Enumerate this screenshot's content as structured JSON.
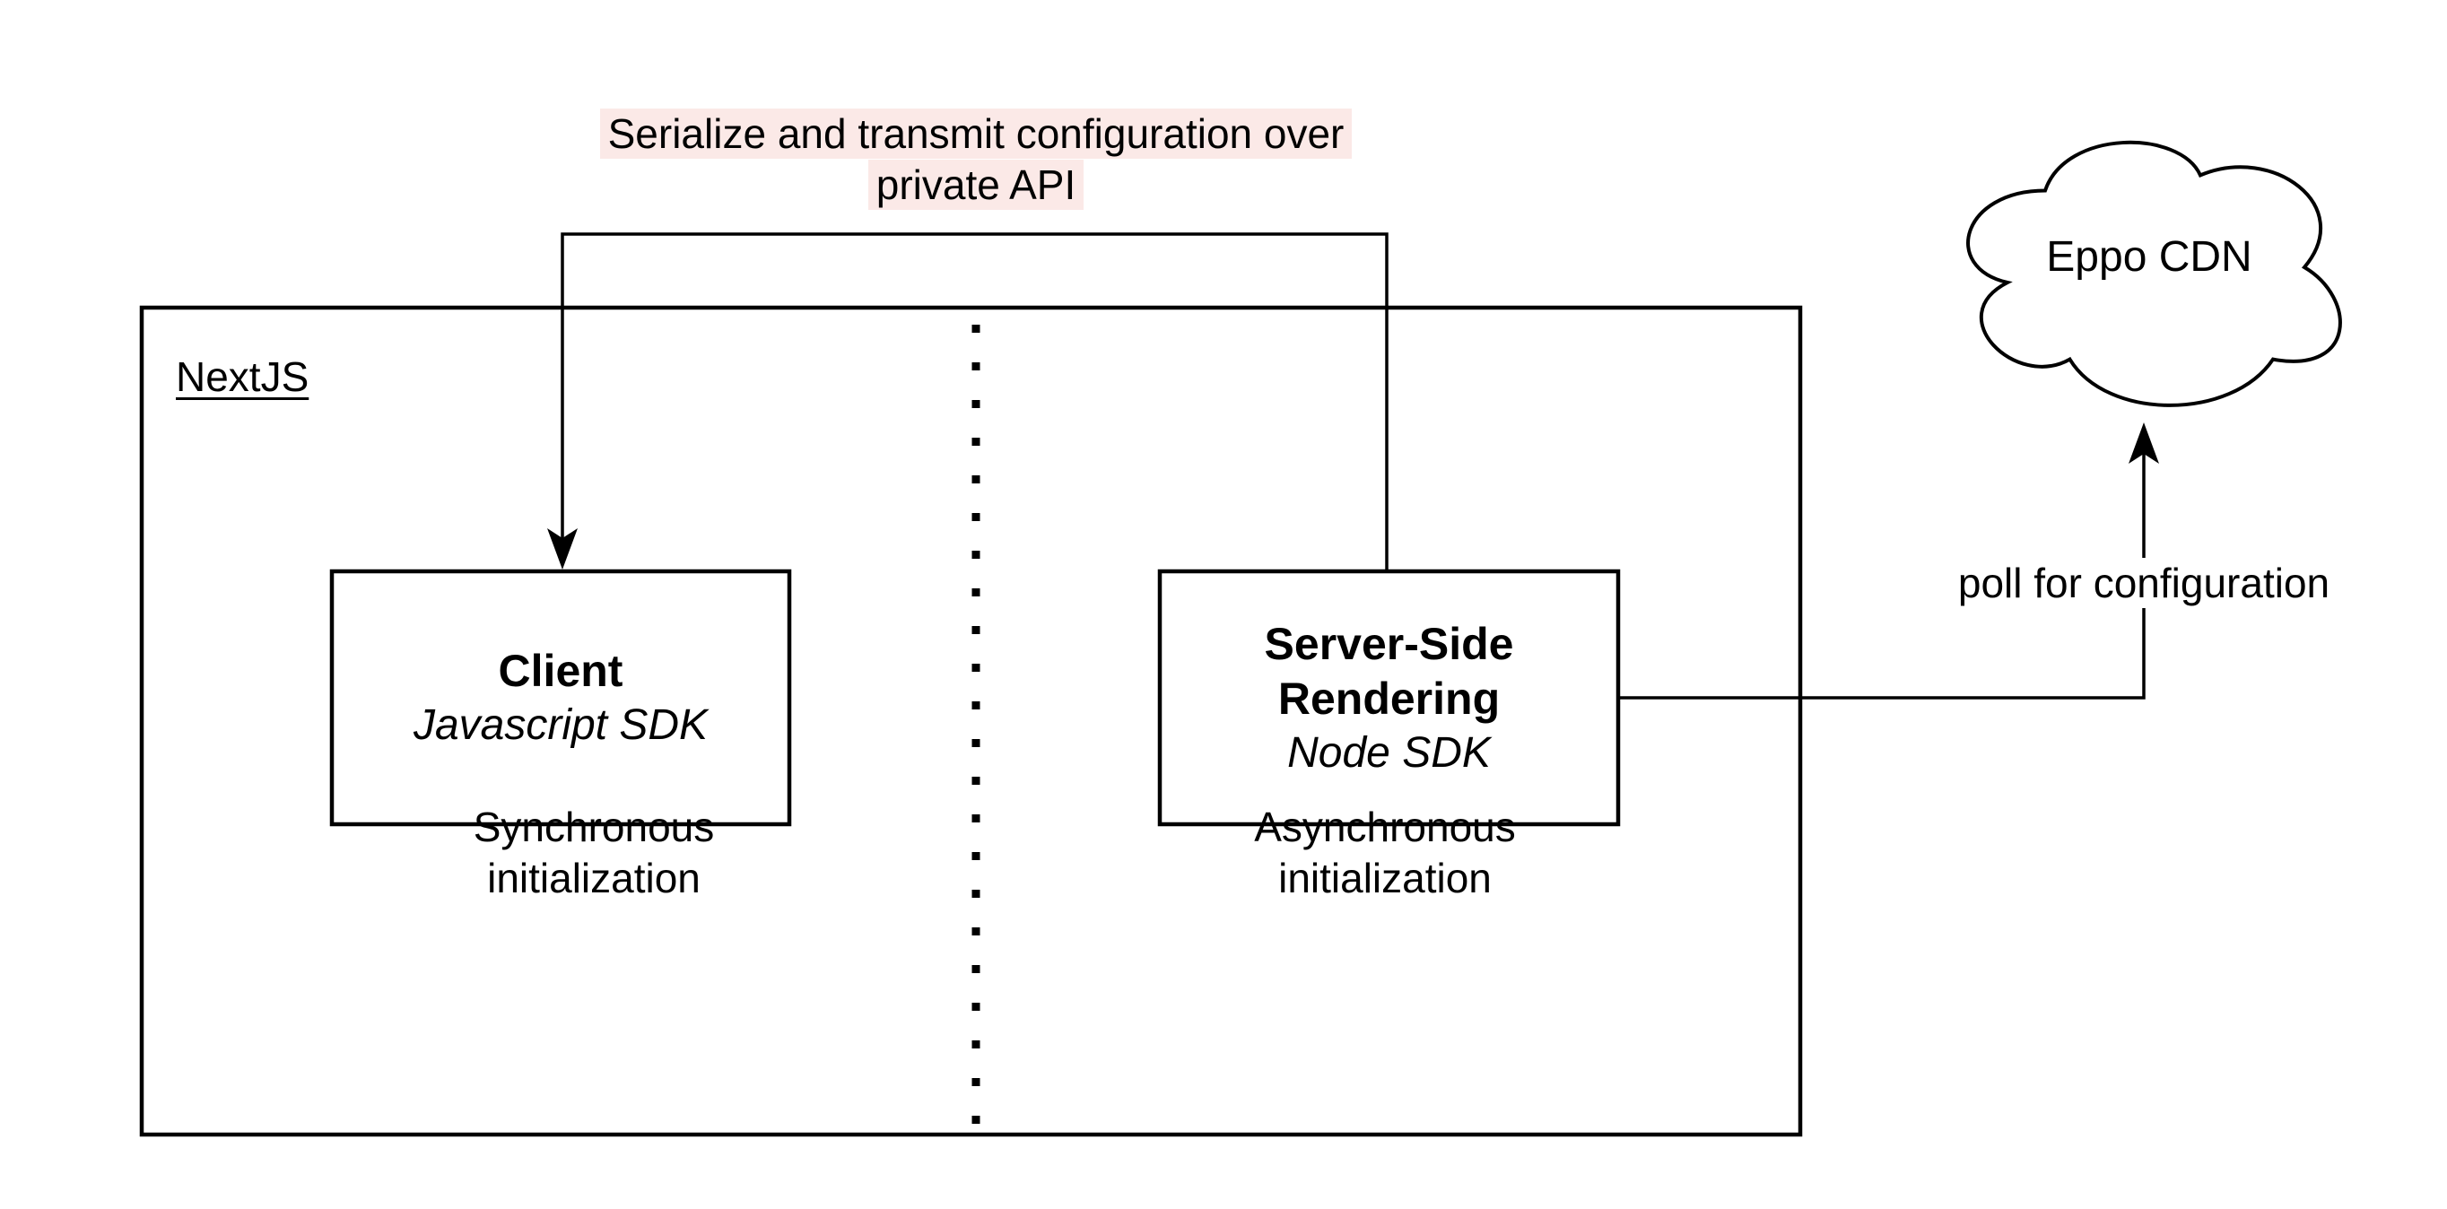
{
  "colors": {
    "background": "#ffffff",
    "stroke": "#000000",
    "text": "#000000",
    "label_highlight": "#fbe9e7"
  },
  "container": {
    "label": "NextJS"
  },
  "boxes": {
    "client": {
      "title": "Client",
      "sdk": "Javascript SDK",
      "caption": [
        "Synchronous",
        "initialization"
      ]
    },
    "server": {
      "title": [
        "Server-Side",
        "Rendering"
      ],
      "sdk": "Node SDK",
      "caption": [
        "Asynchronous",
        "initialization"
      ]
    }
  },
  "cloud": {
    "label": "Eppo CDN"
  },
  "edges": {
    "serialize": {
      "label_lines": [
        "Serialize and transmit configuration over",
        "private API"
      ]
    },
    "poll": {
      "label": "poll for configuration"
    }
  },
  "icons": {
    "down_arrowhead": "filled-classic-arrow-down",
    "up_arrowhead": "filled-classic-arrow-up"
  }
}
